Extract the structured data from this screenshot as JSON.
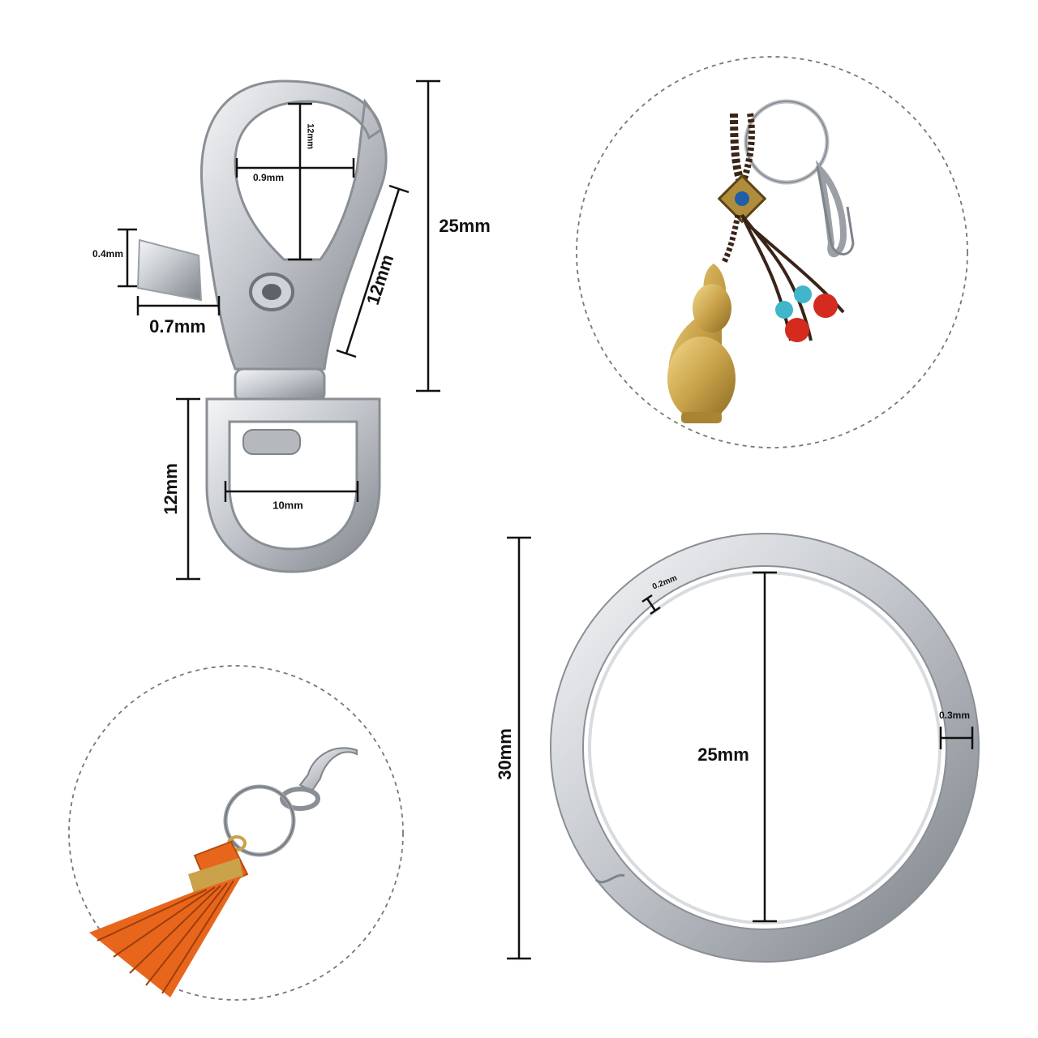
{
  "clasp": {
    "total_length": "25mm",
    "opening_height": "12mm",
    "opening_width": "0.9mm",
    "tab_thickness": "0.4mm",
    "tab_width": "0.7mm",
    "body_length": "12mm",
    "loop_height": "12mm",
    "loop_width": "10mm"
  },
  "split_ring": {
    "outer_diameter": "30mm",
    "inner_diameter": "25mm",
    "wire_gap": "0.2mm",
    "band_width": "0.3mm"
  },
  "colors": {
    "metal": "#c9ccd1",
    "metal_dark": "#8a8f96",
    "cord": "#3a2418",
    "gold": "#c9a24a",
    "turquoise": "#3fb6c9",
    "red_bead": "#d42b1e",
    "tassel": "#e8661c",
    "dash": "#777777"
  },
  "icons": [
    "lobster-clasp-icon",
    "split-ring-icon",
    "gourd-keychain-icon",
    "tassel-keychain-icon"
  ]
}
